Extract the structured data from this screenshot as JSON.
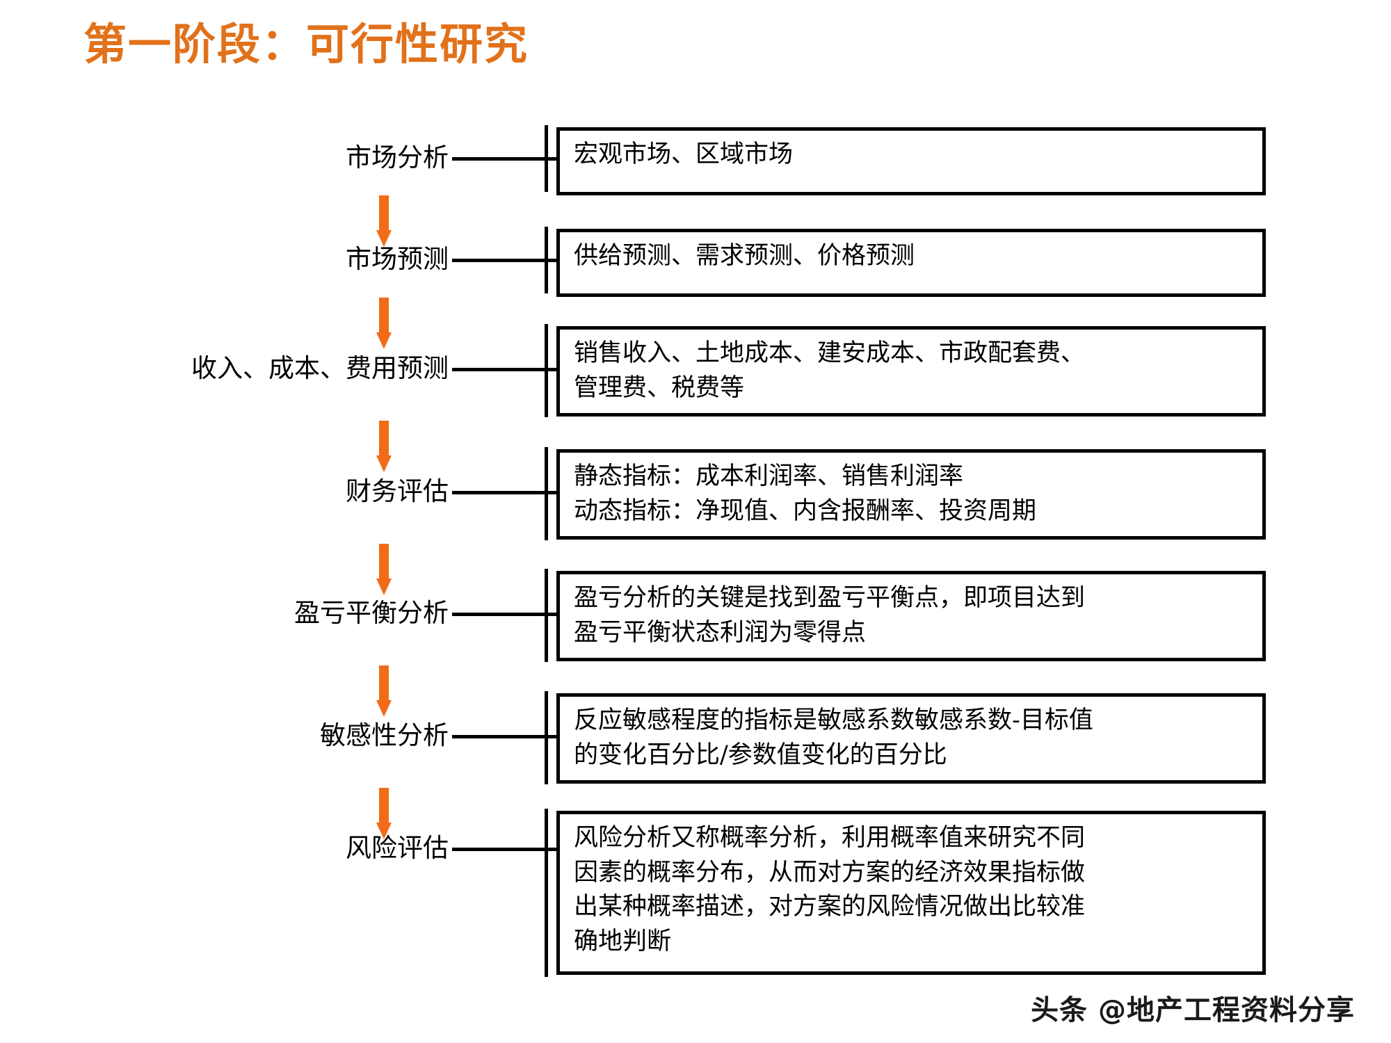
{
  "title": "第一阶段：可行性研究",
  "colors": {
    "title": "#E1711A",
    "arrow": "#F26B18",
    "box_border": "#000000",
    "text": "#000000",
    "background": "#FFFFFF"
  },
  "diagram": {
    "type": "vertical-process-flow",
    "arrow_count": 6,
    "steps": [
      {
        "label": "市场分析",
        "lines": [
          "宏观市场、区域市场"
        ]
      },
      {
        "label": "市场预测",
        "lines": [
          "供给预测、需求预测、价格预测"
        ]
      },
      {
        "label": "收入、成本、费用预测",
        "lines": [
          "销售收入、土地成本、建安成本、市政配套费、",
          "管理费、税费等"
        ]
      },
      {
        "label": "财务评估",
        "lines": [
          "静态指标：成本利润率、销售利润率",
          "动态指标：净现值、内含报酬率、投资周期"
        ]
      },
      {
        "label": "盈亏平衡分析",
        "lines": [
          "盈亏分析的关键是找到盈亏平衡点，即项目达到",
          "盈亏平衡状态利润为零得点"
        ]
      },
      {
        "label": "敏感性分析",
        "lines": [
          "反应敏感程度的指标是敏感系数敏感系数-目标值",
          "的变化百分比/参数值变化的百分比"
        ]
      },
      {
        "label": "风险评估",
        "lines": [
          "风险分析又称概率分析，利用概率值来研究不同",
          "因素的概率分布，从而对方案的经济效果指标做",
          "出某种概率描述，对方案的风险情况做出比较准",
          "确地判断"
        ]
      }
    ]
  },
  "watermark": {
    "logo": "头条",
    "at": "@地产工程资料分享"
  }
}
